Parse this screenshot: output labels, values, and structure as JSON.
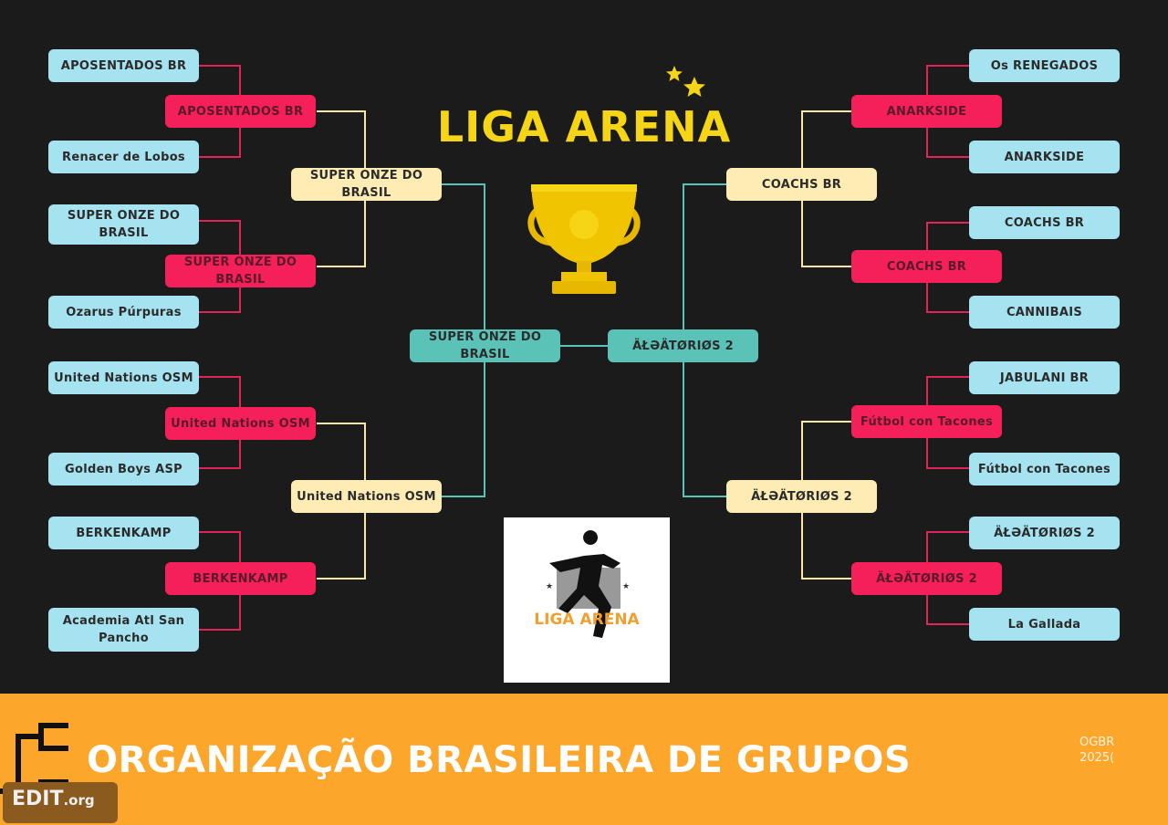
{
  "title": "LIGA ARENA",
  "colors": {
    "background": "#1b1b1b",
    "round1": "#a6e3f0",
    "round2": "#f5205a",
    "quarter": "#fdedb5",
    "semi": "#5bc2b8",
    "title": "#f6d416",
    "footer": "#fca62b"
  },
  "left": {
    "round1": [
      "APOSENTADOS BR",
      "Renacer de Lobos",
      "SUPER ONZE DO BRASIL",
      "Ozarus Púrpuras",
      "United Nations OSM",
      "Golden Boys ASP",
      "BERKENKAMP",
      "Academia Atl San Pancho"
    ],
    "round2": [
      "APOSENTADOS BR",
      "SUPER ONZE DO BRASIL",
      "United Nations OSM",
      "BERKENKAMP"
    ],
    "round3": [
      "SUPER ONZE DO BRASIL",
      "United Nations OSM"
    ],
    "semi": "SUPER ONZE DO BRASIL"
  },
  "right": {
    "round1": [
      "Os RENEGADOS",
      "ANARKSIDE",
      "COACHS BR",
      "CANNIBAIS",
      "JABULANI BR",
      "Fútbol con Tacones",
      "ÄŁƏÄTØRIØS 2",
      "La Gallada"
    ],
    "round2": [
      "ANARKSIDE",
      "COACHS BR",
      "Fútbol con Tacones",
      "ÄŁƏÄTØRIØS 2"
    ],
    "round3": [
      "COACHS BR",
      "ÄŁƏÄTØRIØS 2"
    ],
    "semi": "ÄŁƏÄTØRIØS 2"
  },
  "logo": {
    "text": "LIGA ARENA",
    "sub": "OGBR 2025"
  },
  "footer": {
    "title": "ORGANIZAÇÃO BRASILEIRA DE GRUPOS",
    "note_line1": "OGBR",
    "note_line2": "2025(",
    "watermark": "EDIT",
    "watermark_suffix": ".org"
  }
}
